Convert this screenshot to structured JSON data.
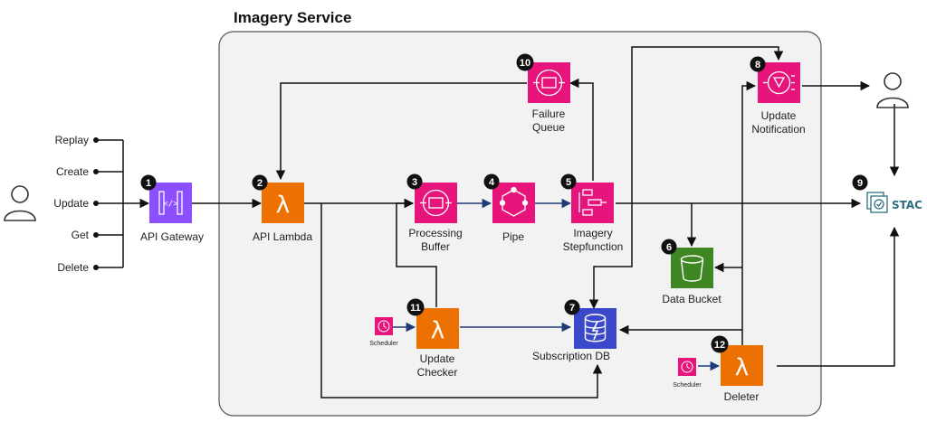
{
  "title": "Imagery Service",
  "operations": [
    "Replay",
    "Create",
    "Update",
    "Get",
    "Delete"
  ],
  "nodes": {
    "api_gateway": {
      "badge": "1",
      "label": "API Gateway",
      "icon": "api-gateway-icon"
    },
    "api_lambda": {
      "badge": "2",
      "label": "API Lambda",
      "icon": "lambda-icon"
    },
    "processing_buffer": {
      "badge": "3",
      "label1": "Processing",
      "label2": "Buffer",
      "icon": "sqs-queue-icon"
    },
    "pipe": {
      "badge": "4",
      "label": "Pipe",
      "icon": "eventbridge-pipe-icon"
    },
    "imagery_stepfunction": {
      "badge": "5",
      "label1": "Imagery",
      "label2": "Stepfunction",
      "icon": "step-functions-icon"
    },
    "data_bucket": {
      "badge": "6",
      "label": "Data Bucket",
      "icon": "s3-bucket-icon"
    },
    "subscription_db": {
      "badge": "7",
      "label": "Subscription DB",
      "icon": "dynamodb-icon"
    },
    "update_notification": {
      "badge": "8",
      "label1": "Update",
      "label2": "Notification",
      "icon": "sns-topic-icon"
    },
    "stac": {
      "badge": "9",
      "label": "STAC",
      "icon": "stac-logo-icon"
    },
    "failure_queue": {
      "badge": "10",
      "label1": "Failure",
      "label2": "Queue",
      "icon": "sqs-queue-icon"
    },
    "update_checker": {
      "badge": "11",
      "label1": "Update",
      "label2": "Checker",
      "icon": "lambda-icon"
    },
    "deleter": {
      "badge": "12",
      "label": "Deleter",
      "icon": "lambda-icon"
    }
  },
  "schedulers": {
    "checker_scheduler": {
      "label": "Scheduler",
      "icon": "scheduler-icon"
    },
    "deleter_scheduler": {
      "label": "Scheduler",
      "icon": "scheduler-icon"
    }
  },
  "actors": {
    "client_user": {
      "icon": "user-icon"
    },
    "subscriber_user": {
      "icon": "user-icon"
    }
  },
  "colors": {
    "api_gateway": "#8c4fff",
    "lambda": "#ed7100",
    "app_integration": "#e7157b",
    "storage": "#3f8624",
    "database": "#3b48cc",
    "arrow_black": "#111111",
    "arrow_blue": "#1f3b7a",
    "container_fill": "#f2f2f2",
    "container_border": "#555555"
  }
}
